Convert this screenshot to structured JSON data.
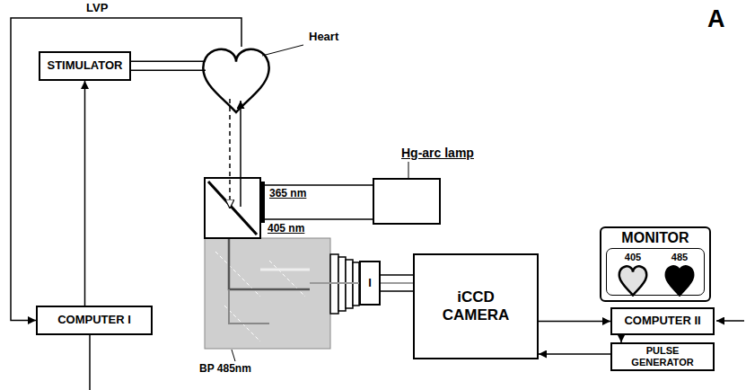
{
  "diagram": {
    "nodes": [
      {
        "text": [
          "STIMULATOR"
        ]
      },
      {
        "text": [
          "Heart"
        ]
      },
      {
        "text": [
          "Hg-arc lamp"
        ]
      },
      {
        "text": [
          "COMPUTER I"
        ]
      },
      {
        "text": [
          "I"
        ]
      },
      {
        "text": [
          "iCCD CAMERA"
        ]
      },
      {
        "text": [
          "MONITOR"
        ]
      },
      {
        "text": [
          "405"
        ],
        "in": 6
      },
      {
        "text": [
          "485"
        ],
        "in": 6
      },
      {
        "text": [
          "COMPUTER II"
        ]
      },
      {
        "text": [
          "PULSE GENERATOR"
        ]
      }
    ],
    "edges": [
      {
        "from": 0,
        "to": 1,
        "arrow": "none"
      },
      {
        "from": 3,
        "to": 0,
        "arrow": "to"
      },
      {
        "from": 1,
        "to": 3,
        "label": "LVP",
        "arrow": "to"
      },
      {
        "from": 5,
        "to": 9,
        "arrow": "to"
      },
      {
        "from": 10,
        "to": 5,
        "arrow": "to"
      },
      {
        "from": 9,
        "to": 10,
        "arrow": "to"
      }
    ],
    "labels": [
      "A",
      "365 nm",
      "405 nm",
      "BP 485nm"
    ]
  }
}
